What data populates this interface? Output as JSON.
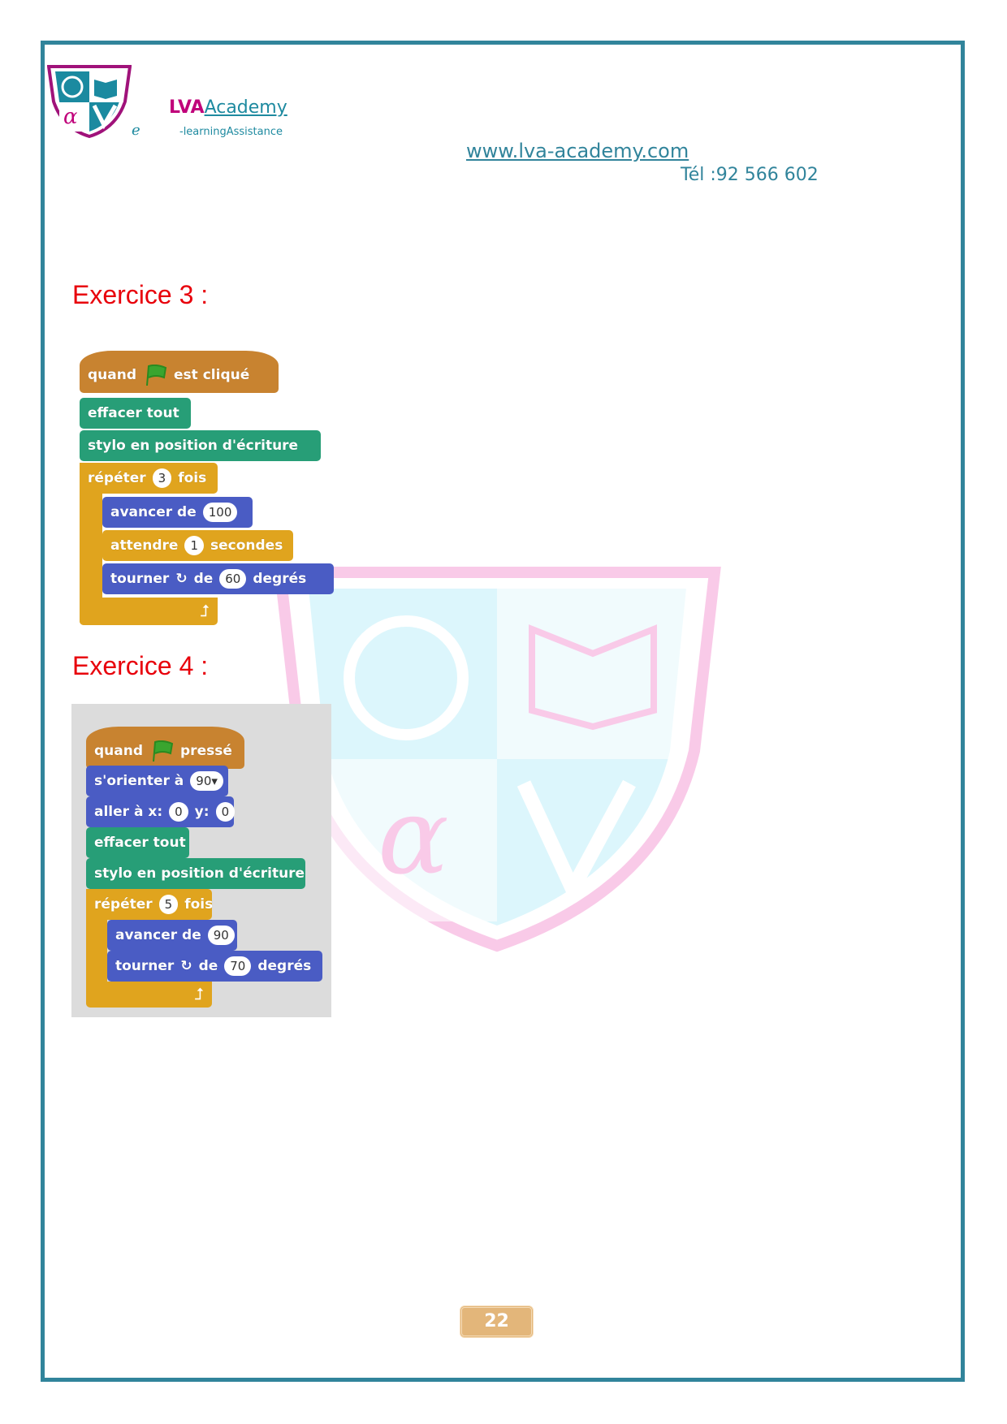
{
  "header": {
    "logo_letter": "e",
    "brand_lva": "LVA",
    "brand_academy": "Academy",
    "tagline": "-learningAssistance",
    "website": "www.lva-academy.com",
    "phone": "Tél :92 566 602"
  },
  "exercise3": {
    "title": "Exercice 3 :",
    "blocks": {
      "hat": [
        "quand",
        "est cliqué"
      ],
      "clear": "effacer tout",
      "pen_down": "stylo en position d'écriture",
      "repeat": [
        "répéter",
        "3",
        "fois"
      ],
      "move": [
        "avancer de",
        "100"
      ],
      "wait": [
        "attendre",
        "1",
        "secondes"
      ],
      "turn": [
        "tourner",
        "de",
        "60",
        "degrés"
      ]
    }
  },
  "exercise4": {
    "title": "Exercice 4 :",
    "blocks": {
      "hat": [
        "quand",
        "pressé"
      ],
      "point": [
        "s'orienter à",
        "90▾"
      ],
      "goto": [
        "aller à x:",
        "0",
        "y:",
        "0"
      ],
      "clear": "effacer tout",
      "pen_down": "stylo en position d'écriture",
      "repeat": [
        "répéter",
        "5",
        "fois"
      ],
      "move": [
        "avancer de",
        "90"
      ],
      "turn": [
        "tourner",
        "de",
        "70",
        "degrés"
      ]
    }
  },
  "page_number": "22",
  "colors": {
    "border": "#31849b",
    "title": "#e8000b",
    "events": "#c88330",
    "pen": "#279e77",
    "motion": "#4a5cc4",
    "control": "#e0a41e"
  }
}
